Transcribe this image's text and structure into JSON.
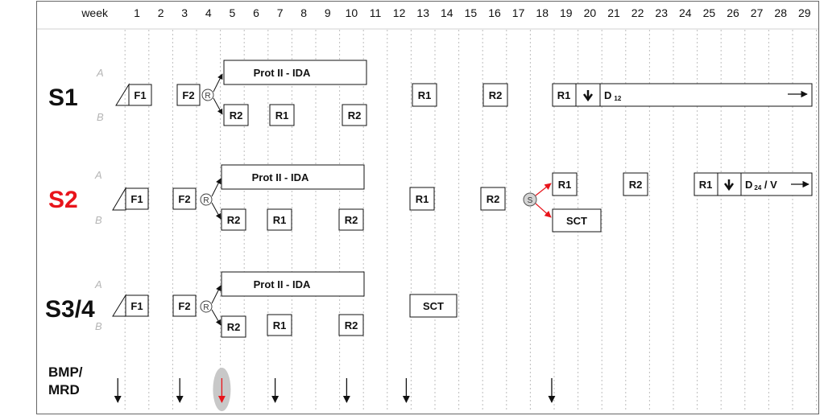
{
  "header": {
    "week_label": "week",
    "weeks": [
      "1",
      "2",
      "3",
      "4",
      "5",
      "6",
      "7",
      "8",
      "9",
      "10",
      "11",
      "12",
      "13",
      "14",
      "15",
      "16",
      "17",
      "18",
      "19",
      "20",
      "21",
      "22",
      "23",
      "24",
      "25",
      "26",
      "27",
      "28",
      "29"
    ]
  },
  "colors": {
    "black": "#111111",
    "red": "#e8141b",
    "grid": "#bdbdbd",
    "label_gray": "#b5b5b5",
    "highlight": "#c8c8c8"
  },
  "lane_labels": {
    "a": "A",
    "b": "B"
  },
  "strata": [
    {
      "id": "s1",
      "name": "S1",
      "color": "#111111",
      "f1": "F1",
      "f2": "F2",
      "randomization": "R",
      "arm_a": "Prot II - IDA",
      "arm_b": [
        "R2",
        "R1",
        "R2"
      ],
      "blocks": [
        "R1",
        "R2"
      ],
      "maintenance": {
        "r1": "R1",
        "arrow_icon": "down-arrow-icon",
        "d_main": "D",
        "d_sub": "12",
        "d_suffix": "",
        "end_icon": "right-arrow-icon"
      }
    },
    {
      "id": "s2",
      "name": "S2",
      "color": "#e8141b",
      "f1": "F1",
      "f2": "F2",
      "randomization": "R",
      "arm_a": "Prot II - IDA",
      "arm_b": [
        "R2",
        "R1",
        "R2"
      ],
      "blocks": [
        "R1",
        "R2"
      ],
      "stratification": "S",
      "branch_a": [
        "R1",
        "R2"
      ],
      "branch_b": "SCT",
      "maintenance": {
        "r1": "R1",
        "arrow_icon": "down-arrow-icon",
        "d_main": "D",
        "d_sub": "24",
        "d_suffix": " / V",
        "end_icon": "right-arrow-icon"
      }
    },
    {
      "id": "s34",
      "name": "S3/4",
      "color": "#111111",
      "f1": "F1",
      "f2": "F2",
      "randomization": "R",
      "arm_a": "Prot II - IDA",
      "arm_b": [
        "R2",
        "R1",
        "R2"
      ],
      "sct": "SCT"
    }
  ],
  "bmp": {
    "label_line1": "BMP/",
    "label_line2": "MRD",
    "arrow_weeks": [
      0.4,
      3,
      5,
      7,
      10,
      12.5,
      18.6
    ],
    "highlight_week": 5
  }
}
